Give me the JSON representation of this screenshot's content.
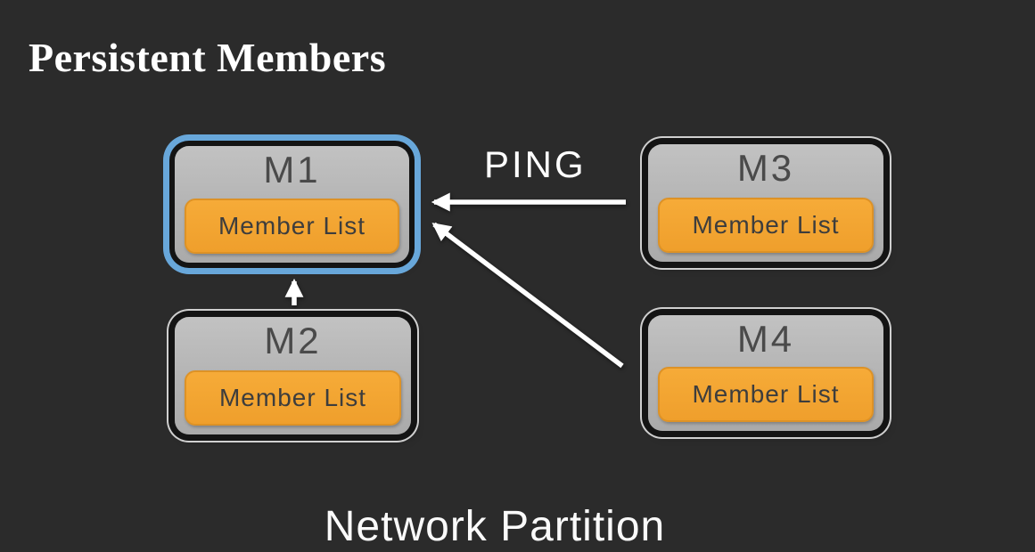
{
  "title": "Persistent Members",
  "caption": "Network Partition",
  "diagram": {
    "ping_label": "PING",
    "nodes": [
      {
        "id": "M1",
        "label": "M1",
        "member_list": "Member List",
        "highlighted": true
      },
      {
        "id": "M2",
        "label": "M2",
        "member_list": "Member List",
        "highlighted": false
      },
      {
        "id": "M3",
        "label": "M3",
        "member_list": "Member List",
        "highlighted": false
      },
      {
        "id": "M4",
        "label": "M4",
        "member_list": "Member List",
        "highlighted": false
      }
    ],
    "arrows": [
      {
        "from": "M3",
        "to": "M1",
        "label": "PING"
      },
      {
        "from": "M4",
        "to": "M1",
        "label": ""
      },
      {
        "from": "M2",
        "to": "M1",
        "label": ""
      }
    ]
  },
  "colors": {
    "background": "#2b2b2b",
    "node_fill": "#b5b5b5",
    "node_ring": "#141414",
    "node_outline": "#cfcfcf",
    "highlight_blue": "#68a7da",
    "member_fill": "#f2a233",
    "member_border": "#dd9226",
    "arrow_white": "#ffffff",
    "node_text": "#4a4a4a",
    "member_text": "#3d3d3d",
    "title_text": "#ffffff"
  }
}
